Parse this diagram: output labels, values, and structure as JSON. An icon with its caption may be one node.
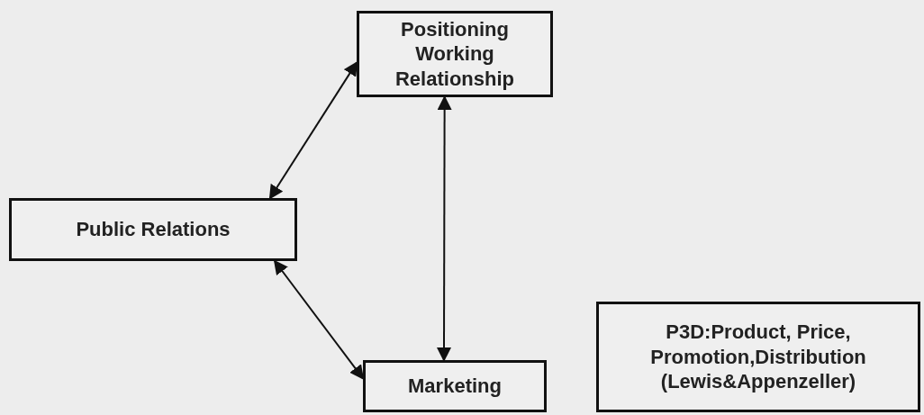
{
  "diagram": {
    "nodes": [
      {
        "text": [
          "Positioning Working Relationship"
        ]
      },
      {
        "text": [
          "Public Relations"
        ]
      },
      {
        "text": [
          "Marketing"
        ]
      },
      {
        "text": [
          "P3D:Product, Price, Promotion,Distribution (Lewis&Appenzeller)"
        ]
      }
    ],
    "edges": [
      {
        "from": 1,
        "to": 0,
        "arrow": "both"
      },
      {
        "from": 0,
        "to": 2,
        "arrow": "both"
      },
      {
        "from": 1,
        "to": 2,
        "arrow": "both"
      }
    ]
  }
}
